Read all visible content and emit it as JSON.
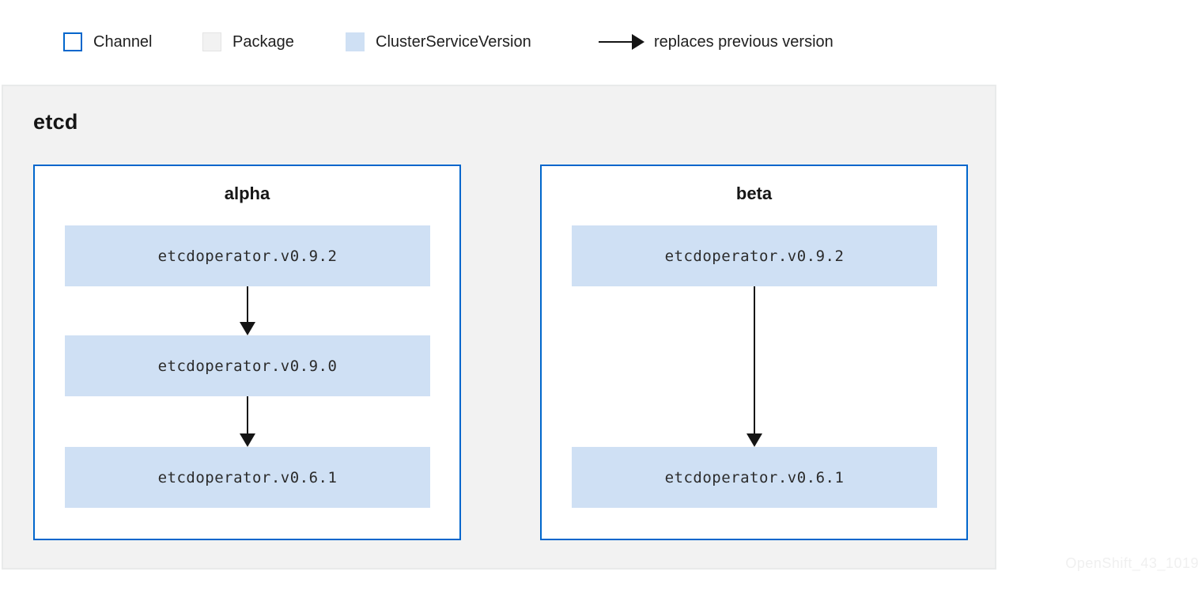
{
  "legend": {
    "items": [
      {
        "label": "Channel"
      },
      {
        "label": "Package"
      },
      {
        "label": "ClusterServiceVersion"
      }
    ],
    "arrow_label": "replaces previous version"
  },
  "package": {
    "name": "etcd",
    "channels": [
      {
        "name": "alpha",
        "versions": [
          "etcdoperator.v0.9.2",
          "etcdoperator.v0.9.0",
          "etcdoperator.v0.6.1"
        ]
      },
      {
        "name": "beta",
        "versions": [
          "etcdoperator.v0.9.2",
          "etcdoperator.v0.6.1"
        ]
      }
    ]
  },
  "watermark": "OpenShift_43_1019",
  "colors": {
    "channel_border": "#0066cc",
    "package_fill": "#f2f2f2",
    "csv_fill": "#cfe0f4",
    "arrow": "#151515"
  }
}
